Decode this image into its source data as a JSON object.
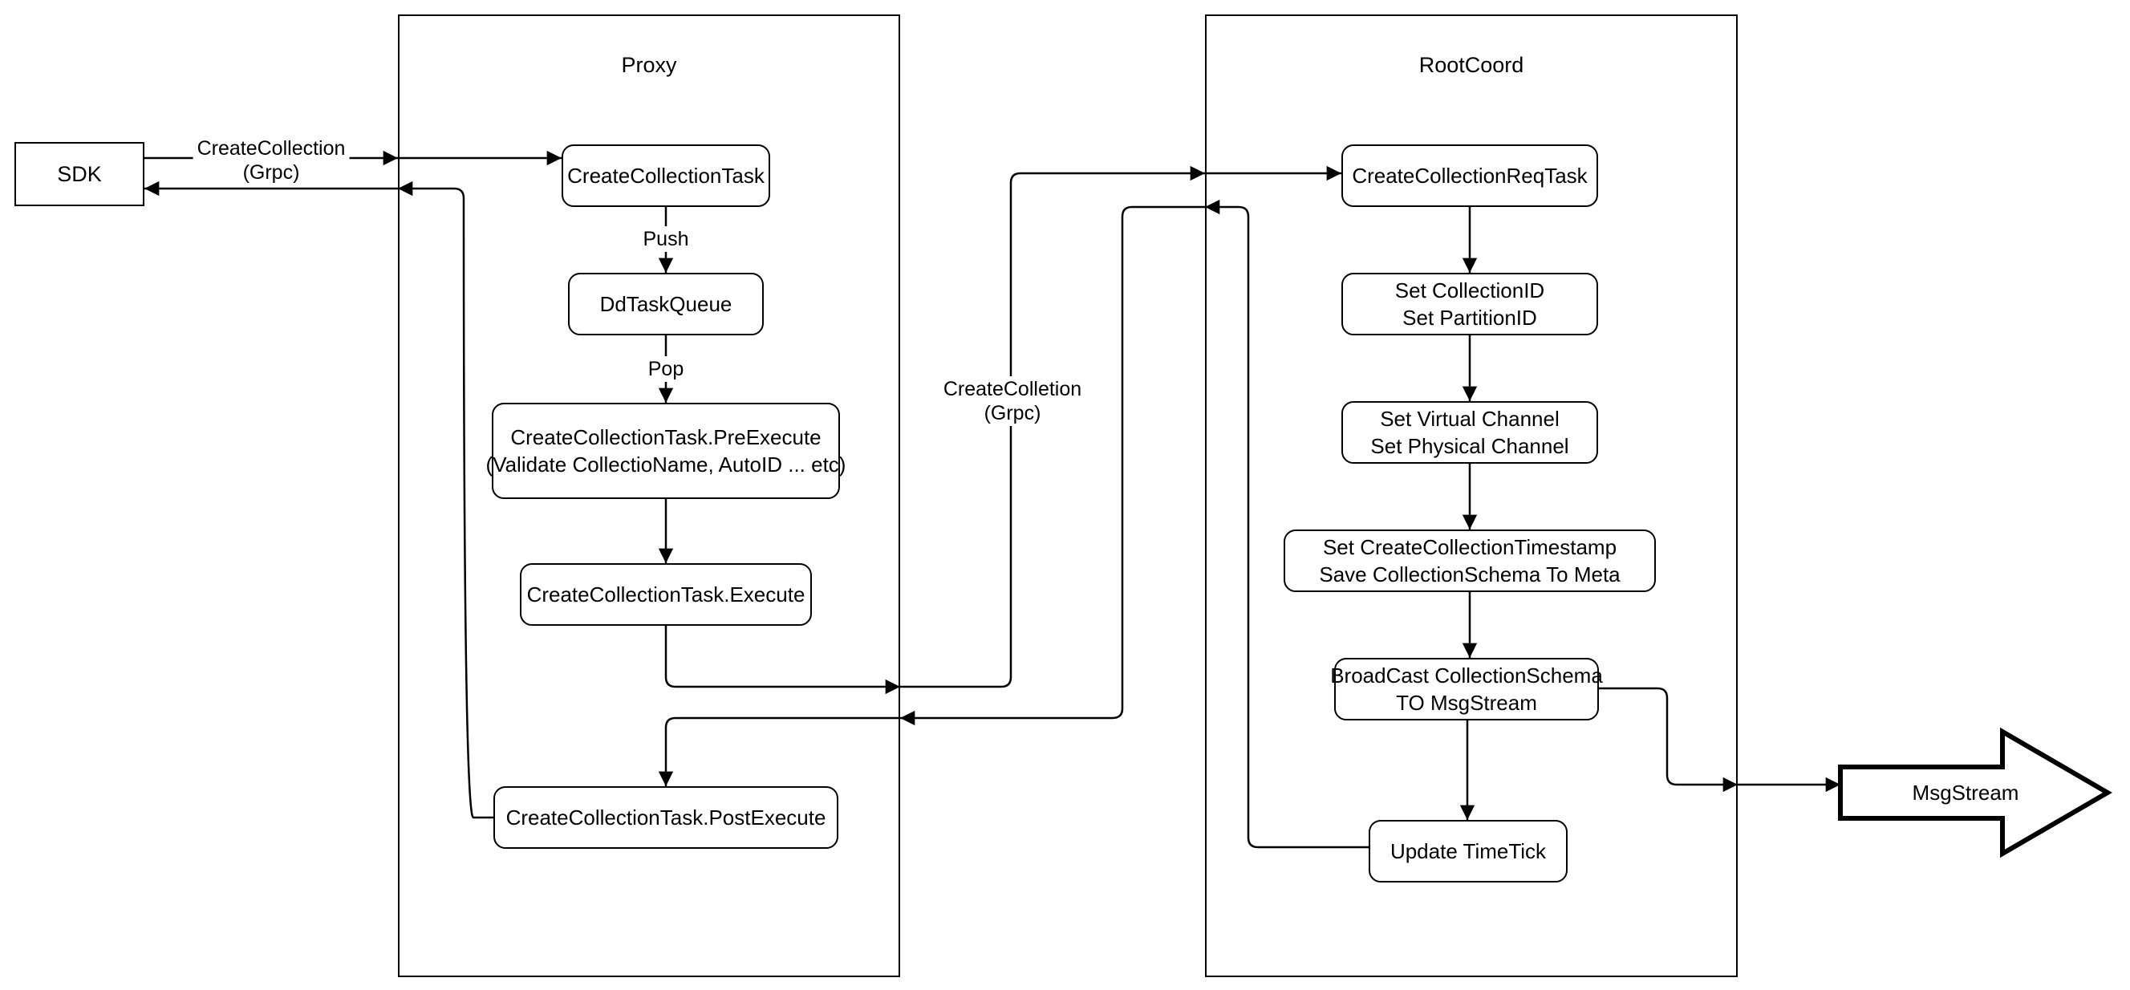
{
  "containers": {
    "proxy": {
      "title": "Proxy"
    },
    "rootcoord": {
      "title": "RootCoord"
    }
  },
  "nodes": {
    "sdk": {
      "label": "SDK"
    },
    "create_collection_task": {
      "label": "CreateCollectionTask"
    },
    "dd_task_queue": {
      "label": "DdTaskQueue"
    },
    "pre_execute": {
      "label": "CreateCollectionTask.PreExecute\n(Validate CollectioName, AutoID ... etc)"
    },
    "execute": {
      "label": "CreateCollectionTask.Execute"
    },
    "post_execute": {
      "label": "CreateCollectionTask.PostExecute"
    },
    "create_collection_req_task": {
      "label": "CreateCollectionReqTask"
    },
    "set_collection_id": {
      "label": "Set CollectionID\nSet PartitionID"
    },
    "set_virtual_channel": {
      "label": "Set Virtual Channel\nSet Physical Channel"
    },
    "set_timestamp": {
      "label": "Set CreateCollectionTimestamp\nSave CollectionSchema To Meta"
    },
    "broadcast": {
      "label": "BroadCast CollectionSchema\nTO MsgStream"
    },
    "update_timetick": {
      "label": "Update TimeTick"
    },
    "msgstream": {
      "label": "MsgStream"
    }
  },
  "edge_labels": {
    "sdk_grpc": "CreateCollection\n(Grpc)",
    "push": "Push",
    "pop": "Pop",
    "proxy_grpc": "CreateColletion\n(Grpc)"
  },
  "colors": {
    "stroke": "#000000",
    "background": "#ffffff"
  }
}
